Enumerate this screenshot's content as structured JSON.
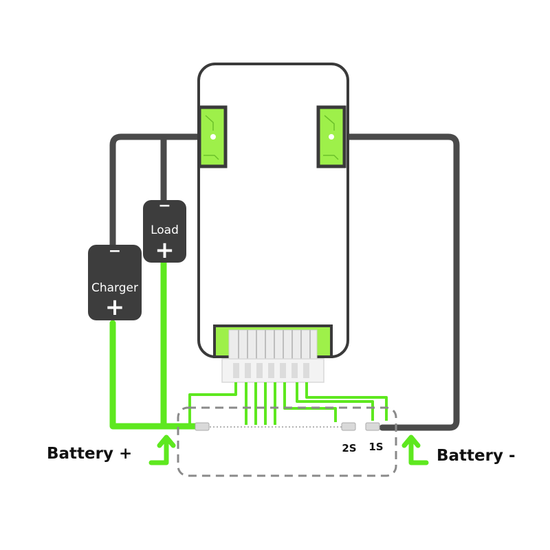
{
  "labels": {
    "battery_plus": "Battery +",
    "battery_minus": "Battery -",
    "cell_2s": "2S",
    "cell_1s": "1S"
  },
  "load": {
    "label": "Load",
    "minus_sign": "−",
    "plus_sign": "+"
  },
  "charger": {
    "label": "Charger",
    "minus_sign": "−",
    "plus_sign": "+"
  },
  "colors": {
    "wire_dark": "#4a4a4a",
    "wire_green": "#5ee81f",
    "pad_green": "#9ef04a",
    "box_fill": "#3d3d3d",
    "board_outline": "#3a3a3a",
    "dashed_box": "#8a8a8a"
  },
  "icons": [
    "arrow-up-icon",
    "plus-sign-icon",
    "minus-sign-icon"
  ]
}
